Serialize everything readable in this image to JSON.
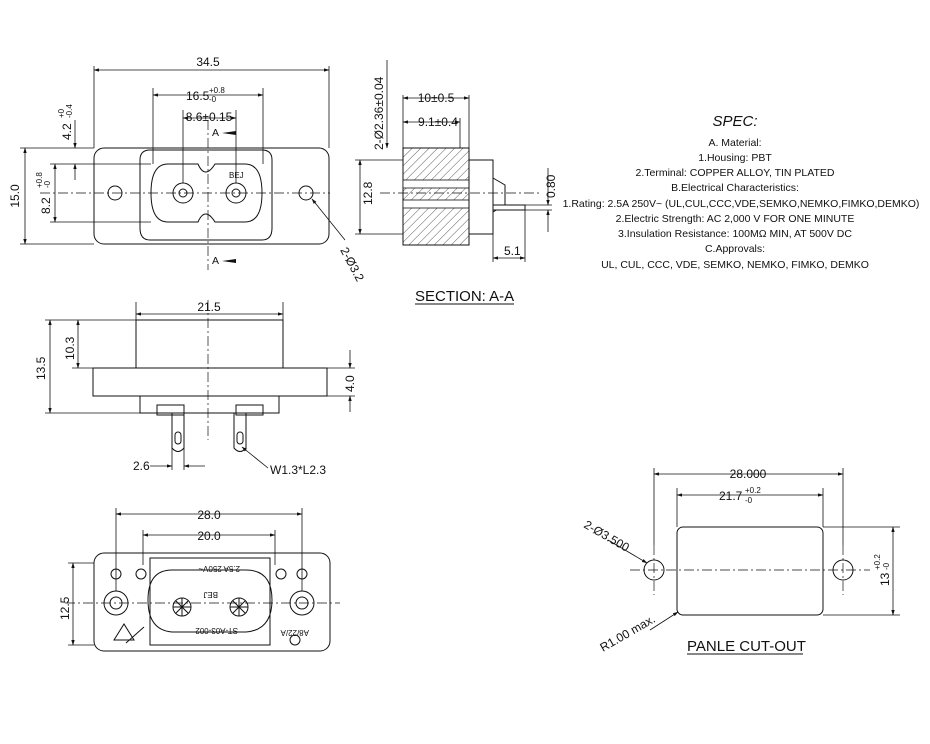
{
  "front_view": {
    "dim_width": "34.5",
    "dim_slot": "16.5",
    "dim_slot_tol_top": "+0.8",
    "dim_slot_tol_bot": "-0",
    "dim_pin_pitch": "8.6±0.15",
    "dim_top_offset": "4.2",
    "dim_top_offset_tol_top": "+0",
    "dim_top_offset_tol_bot": "-0.4",
    "dim_height": "15.0",
    "dim_inner_height": "8.2",
    "dim_inner_height_tol_top": "+0.8",
    "dim_inner_height_tol_bot": "-0",
    "dim_holes": "2-Ø3.2",
    "section_mark": "A",
    "brand_text": "BEJ"
  },
  "section_view": {
    "dim_top_thickness": "2-Ø2.36±0.04",
    "dim_depth": "10±0.5",
    "dim_inner_depth": "9.1±0.4",
    "dim_height": "12.8",
    "dim_pin_thickness": "0.80",
    "dim_pin_length": "5.1",
    "title": "SECTION: A-A"
  },
  "spec": {
    "title": "SPEC:",
    "lines": [
      "A. Material:",
      "1.Housing: PBT",
      "2.Terminal: COPPER ALLOY, TIN PLATED",
      "B.Electrical Characteristics:",
      "1.Rating:  2.5A 250V~ (UL,CUL,CCC,VDE,SEMKO,NEMKO,FIMKO,DEMKO)",
      "2.Electric Strength: AC 2,000 V FOR ONE MINUTE",
      "3.Insulation Resistance: 100MΩ MIN, AT 500V DC",
      "C.Approvals:",
      "UL, CUL, CCC, VDE, SEMKO, NEMKO, FIMKO, DEMKO"
    ]
  },
  "side_view": {
    "dim_body_width": "21.5",
    "dim_total_height": "13.5",
    "dim_body_height": "10.3",
    "dim_flange": "4.0",
    "dim_pin_gap": "2.6",
    "dim_pin_label": "W1.3*L2.3"
  },
  "rear_view": {
    "dim_width": "28.0",
    "dim_pitch": "20.0",
    "dim_height": "12.5",
    "marking_rating": "2.5A 250V~",
    "marking_brand": "BEJ",
    "marking_model": "ST-A03-002",
    "marking_small": "A8/22/A"
  },
  "cutout": {
    "dim_width": "28.000",
    "dim_inner": "21.7",
    "dim_inner_tol_top": "+0.2",
    "dim_inner_tol_bot": "-0",
    "dim_holes": "2-Ø3.500",
    "dim_height": "13",
    "dim_height_tol_top": "+0.2",
    "dim_height_tol_bot": "-0",
    "dim_radius": "R1.00 max.",
    "title": "PANLE CUT-OUT"
  }
}
